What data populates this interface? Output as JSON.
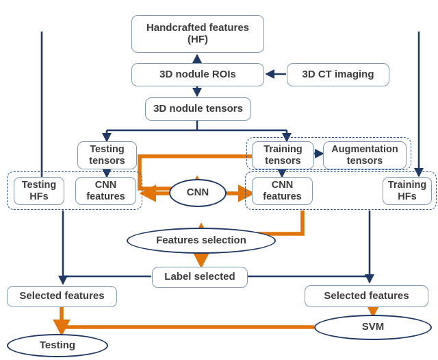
{
  "diagram": {
    "title": "CNN and handcrafted feature fusion pipeline for 3D lung nodule classification",
    "colors": {
      "navy": "#1f3864",
      "orange": "#e1740b",
      "box_border": "#7f9ab8",
      "group_border": "#2f5597",
      "text": "#3b3b3b",
      "background": "#ffffff"
    },
    "nodes": [
      {
        "id": "handcrafted_features",
        "label": "Handcrafted features\n(HF)",
        "line1": "Handcrafted features",
        "line2": "(HF)",
        "shape": "rounded-rect"
      },
      {
        "id": "nodule_rois",
        "label": "3D nodule ROIs",
        "shape": "rounded-rect"
      },
      {
        "id": "ct_imaging",
        "label": "3D CT imaging",
        "shape": "rounded-rect"
      },
      {
        "id": "nodule_tensors",
        "label": "3D nodule tensors",
        "shape": "rounded-rect"
      },
      {
        "id": "testing_tensors",
        "label": "Testing\ntensors",
        "line1": "Testing",
        "line2": "tensors",
        "shape": "rounded-rect"
      },
      {
        "id": "training_tensors",
        "label": "Training\ntensors",
        "line1": "Training",
        "line2": "tensors",
        "shape": "rounded-rect"
      },
      {
        "id": "augmentation_tensors",
        "label": "Augmentation\ntensors",
        "line1": "Augmentation",
        "line2": "tensors",
        "shape": "rounded-rect"
      },
      {
        "id": "testing_hfs",
        "label": "Testing\nHFs",
        "line1": "Testing",
        "line2": "HFs",
        "shape": "rounded-rect"
      },
      {
        "id": "cnn_features_test",
        "label": "CNN\nfeatures",
        "line1": "CNN",
        "line2": "features",
        "shape": "rounded-rect"
      },
      {
        "id": "cnn",
        "label": "CNN",
        "shape": "ellipse"
      },
      {
        "id": "cnn_features_train",
        "label": "CNN\nfeatures",
        "line1": "CNN",
        "line2": "features",
        "shape": "rounded-rect"
      },
      {
        "id": "training_hfs",
        "label": "Training\nHFs",
        "line1": "Training",
        "line2": "HFs",
        "shape": "rounded-rect"
      },
      {
        "id": "features_selection",
        "label": "Features selection",
        "shape": "ellipse"
      },
      {
        "id": "label_selected",
        "label": "Label selected",
        "shape": "rounded-rect"
      },
      {
        "id": "selected_features_left",
        "label": "Selected features",
        "shape": "rounded-rect"
      },
      {
        "id": "selected_features_right",
        "label": "Selected features",
        "shape": "rounded-rect"
      },
      {
        "id": "testing",
        "label": "Testing",
        "shape": "ellipse"
      },
      {
        "id": "svm",
        "label": "SVM",
        "shape": "ellipse"
      }
    ],
    "groups": [
      {
        "id": "testing_features_group",
        "contains": [
          "testing_hfs",
          "cnn_features_test"
        ]
      },
      {
        "id": "training_tensors_group",
        "contains": [
          "training_tensors",
          "augmentation_tensors"
        ]
      },
      {
        "id": "training_features_group",
        "contains": [
          "cnn_features_train",
          "training_hfs"
        ]
      }
    ],
    "edges": [
      {
        "from": "ct_imaging",
        "to": "nodule_rois",
        "color": "navy"
      },
      {
        "from": "nodule_rois",
        "to": "handcrafted_features",
        "color": "navy"
      },
      {
        "from": "nodule_rois",
        "to": "nodule_tensors",
        "color": "navy"
      },
      {
        "from": "handcrafted_features",
        "to": "testing_hfs",
        "color": "navy"
      },
      {
        "from": "handcrafted_features",
        "to": "training_hfs",
        "color": "navy"
      },
      {
        "from": "nodule_tensors",
        "to": "testing_tensors",
        "color": "navy"
      },
      {
        "from": "nodule_tensors",
        "to": "training_tensors",
        "color": "navy"
      },
      {
        "from": "training_tensors",
        "to": "augmentation_tensors",
        "color": "navy"
      },
      {
        "from": "testing_tensors",
        "to": "cnn_features_test",
        "color": "navy"
      },
      {
        "from": "training_tensors",
        "to": "cnn_features_train",
        "color": "navy"
      },
      {
        "from": "training_tensors",
        "to": "cnn",
        "color": "orange"
      },
      {
        "from": "cnn",
        "to": "cnn_features_test",
        "color": "orange"
      },
      {
        "from": "cnn",
        "to": "cnn_features_train",
        "color": "orange"
      },
      {
        "from": "cnn_features_train",
        "to": "features_selection",
        "color": "orange"
      },
      {
        "from": "features_selection",
        "to": "label_selected",
        "color": "orange"
      },
      {
        "from": "label_selected",
        "to": "selected_features_left",
        "color": "navy"
      },
      {
        "from": "label_selected",
        "to": "selected_features_right",
        "color": "navy"
      },
      {
        "from": "testing_hfs",
        "to": "selected_features_left",
        "color": "navy"
      },
      {
        "from": "training_hfs",
        "to": "selected_features_right",
        "color": "navy"
      },
      {
        "from": "selected_features_left",
        "to": "testing",
        "color": "orange"
      },
      {
        "from": "selected_features_right",
        "to": "svm",
        "color": "orange"
      },
      {
        "from": "svm",
        "to": "testing",
        "color": "orange"
      }
    ]
  }
}
